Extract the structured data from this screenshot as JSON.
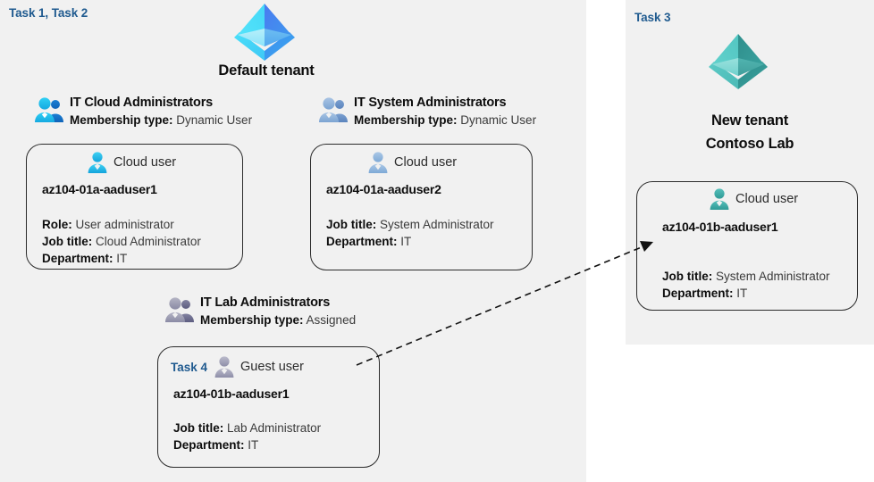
{
  "panels": {
    "left": {
      "task_label": "Task 1, Task 2"
    },
    "right": {
      "task_label": "Task 3"
    }
  },
  "tenants": [
    {
      "name": "default-tenant",
      "caption": "Default tenant",
      "icon": "azure-ad-tenant-icon",
      "color": "#34c3f0"
    },
    {
      "name": "new-tenant",
      "caption_line1": "New  tenant",
      "caption_line2": "Contoso Lab",
      "icon": "azure-ad-tenant-icon",
      "color": "#3eada8"
    }
  ],
  "groups": [
    {
      "id": "it-cloud-administrators",
      "title": "IT Cloud Administrators",
      "membership_label": "Membership type:",
      "membership_value": "Dynamic User",
      "icon": "group-users-icon",
      "icon_color": "#1ab6e8"
    },
    {
      "id": "it-system-administrators",
      "title": "IT System Administrators",
      "membership_label": "Membership type:",
      "membership_value": "Dynamic User",
      "icon": "group-users-icon",
      "icon_color": "#86aed8"
    },
    {
      "id": "it-lab-administrators",
      "title": "IT Lab Administrators",
      "membership_label": "Membership type:",
      "membership_value": "Assigned",
      "icon": "group-users-icon",
      "icon_color": "#8b8ba6"
    }
  ],
  "cards": [
    {
      "id": "az104-01a-aaduser1",
      "task": "",
      "user_type": "Cloud user",
      "user_icon": "cloud-user-icon",
      "icon_color": "#2bb8e8",
      "name": "az104-01a-aaduser1",
      "attrs": [
        {
          "label": "Role:",
          "value": "User administrator"
        },
        {
          "label": "Job title:",
          "value": "Cloud Administrator"
        },
        {
          "label": "Department:",
          "value": "IT"
        }
      ]
    },
    {
      "id": "az104-01a-aaduser2",
      "task": "",
      "user_type": "Cloud user",
      "user_icon": "cloud-user-icon",
      "icon_color": "#8fb4da",
      "name": "az104-01a-aaduser2",
      "attrs": [
        {
          "label": "Job title:",
          "value": "System Administrator"
        },
        {
          "label": "Department:",
          "value": "IT"
        }
      ]
    },
    {
      "id": "az104-01b-aaduser1-guest",
      "task": "Task 4",
      "user_type": "Guest user",
      "user_icon": "guest-user-icon",
      "icon_color": "#9b9bb0",
      "name": "az104-01b-aaduser1",
      "attrs": [
        {
          "label": "Job title:",
          "value": "Lab Administrator"
        },
        {
          "label": "Department:",
          "value": "IT"
        }
      ]
    },
    {
      "id": "az104-01b-aaduser1-cloud",
      "task": "",
      "user_type": "Cloud user",
      "user_icon": "cloud-user-icon",
      "icon_color": "#3aada8",
      "name": "az104-01b-aaduser1",
      "attrs": [
        {
          "label": "Job title:",
          "value": "System Administrator"
        },
        {
          "label": "Department:",
          "value": "IT"
        }
      ]
    }
  ],
  "connector": {
    "name": "invite-guest-arrow",
    "style": "dashed",
    "from": "az104-01b-aaduser1-guest",
    "to": "az104-01b-aaduser1-cloud"
  }
}
